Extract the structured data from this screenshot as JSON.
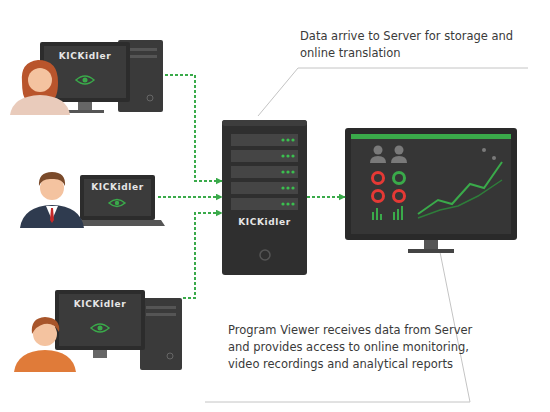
{
  "diagram": {
    "nodes": [
      {
        "text": [
          "KICKidler"
        ]
      },
      {
        "text": [
          "KICKidler"
        ]
      },
      {
        "text": [
          "KICKidler"
        ]
      },
      {
        "text": [
          "KICKidler",
          "Data arrive to Server for storage and online translation"
        ]
      },
      {
        "text": [
          "Program Viewer receives data from Server and provides access to online monitoring, video recordings and analytical reports"
        ]
      }
    ],
    "edges": [
      {
        "from": 0,
        "to": 3,
        "arrow": "to"
      },
      {
        "from": 1,
        "to": 3,
        "arrow": "to"
      },
      {
        "from": 2,
        "to": 3,
        "arrow": "to"
      },
      {
        "from": 3,
        "to": 4,
        "arrow": "to"
      }
    ]
  }
}
